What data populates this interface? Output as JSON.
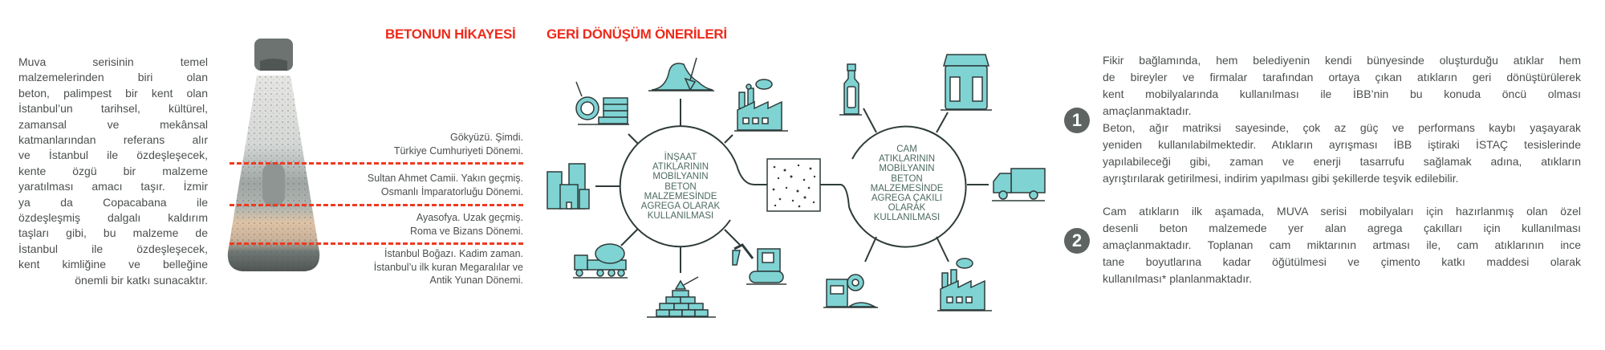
{
  "headings": {
    "story": "BETONUN HİKAYESİ",
    "recycling": "GERİ DÖNÜŞÜM ÖNERİLERİ"
  },
  "intro_lines": [
    "Muva serisinin temel",
    "malzemelerinden biri olan",
    "beton, palimpest bir kent olan",
    "İstanbul’un tarihsel, kültürel,",
    "zamansal ve mekânsal",
    "katmanlarından referans alır",
    "ve İstanbul ile özdeşleşecek,",
    "kente özgü bir malzeme",
    "yaratılması amacı taşır. İzmir",
    "ya da Copacabana ile",
    "özdeşleşmiş dalgalı kaldırım",
    "taşları gibi, bu malzeme de",
    "İstanbul ile özdeşleşecek,",
    "kent kimliğine ve belleğine",
    "önemli bir katkı sunacaktır."
  ],
  "layers": [
    {
      "lines": [
        "Gökyüzü. Şimdi.",
        "Türkiye Cumhuriyeti Dönemi."
      ]
    },
    {
      "lines": [
        "Sultan Ahmet Camii. Yakın geçmiş.",
        "Osmanlı İmparatorluğu Dönemi."
      ]
    },
    {
      "lines": [
        "Ayasofya. Uzak geçmiş.",
        "Roma ve Bizans Dönemi."
      ]
    },
    {
      "lines": [
        "İstanbul Boğazı. Kadim zaman.",
        "İstanbul’u ilk kuran Megaralılar ve",
        "Antik Yunan Dönemi."
      ]
    }
  ],
  "diagram": {
    "construction_lines": [
      "İNŞAAT",
      "ATIKLARININ",
      "MOBİLYANIN",
      "BETON",
      "MALZEMESİNDE",
      "AGREGA OLARAK",
      "KULLANILMASI"
    ],
    "glass_lines": [
      "CAM",
      "ATIKLARININ",
      "MOBİLYANIN",
      "BETON",
      "MALZEMESİNDE",
      "AGREGA ÇAKILI",
      "OLARAK",
      "KULLANILMASI"
    ],
    "construction_icons": [
      "sand-shovel-icon",
      "factory-icon",
      "excavator-icon",
      "brick-pyramid-icon",
      "concrete-mixer-truck-icon",
      "buildings-icon",
      "wrecking-ball-icon"
    ],
    "glass_icons": [
      "bottle-icon",
      "glass-container-icon",
      "truck-icon",
      "factory-icon",
      "crusher-icon"
    ],
    "icon_fill": "#7fd3d3",
    "icon_stroke": "#2f3b3a"
  },
  "proposals": [
    {
      "number": "1",
      "lines": [
        "Fikir bağlamında, hem belediyenin kendi bünyesinde oluşturduğu atıklar hem",
        "de bireyler ve firmalar tarafından ortaya çıkan atıkların geri dönüştürülerek",
        "kent mobilyalarında kullanılması ile İBB’nin bu konuda öncü olması",
        "amaçlanmaktadır.",
        "Beton, ağır matriksi sayesinde, çok az güç ve performans kaybı yaşayarak",
        "yeniden kullanılabilmektedir. Atıkların ayrışması İBB iştiraki İSTAÇ tesislerinde",
        "yapılabileceği gibi, zaman ve enerji tasarrufu sağlamak adına, atıkların",
        "ayrıştırılarak getirilmesi, indirim yapılması gibi şekillerde teşvik edilebilir."
      ]
    },
    {
      "number": "2",
      "lines": [
        "Cam atıkların ilk aşamada, MUVA  serisi mobilyaları için hazırlanmış olan özel",
        "desenli beton malzemede yer alan agrega çakılları için kullanılması",
        "amaçlanmaktadır. Toplanan cam miktarının artması ile, cam atıklarının ince",
        "tane boyutlarına kadar öğütülmesi ve çimento katkı maddesi olarak",
        "kullanılması* planlanmaktadır."
      ]
    }
  ],
  "colors": {
    "accent_red": "#ee2a1b",
    "text": "#4b4f4e",
    "badge": "#5d6462"
  }
}
